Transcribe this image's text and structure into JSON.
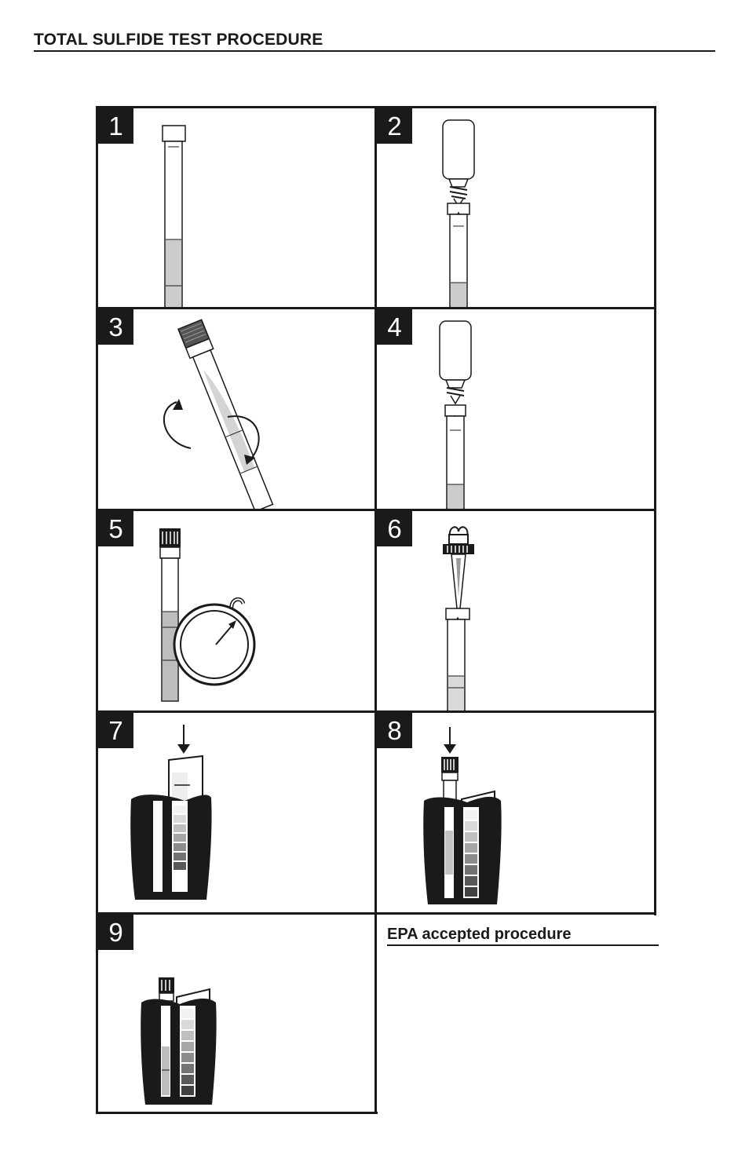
{
  "header": {
    "title": "TOTAL SULFIDE TEST PROCEDURE"
  },
  "steps": [
    {
      "number": "1",
      "illustration": "sample-tube-icon"
    },
    {
      "number": "2",
      "illustration": "reagent-bottle-dispensing-icon"
    },
    {
      "number": "3",
      "illustration": "capped-tube-inverting-icon"
    },
    {
      "number": "4",
      "illustration": "reagent-bottle-dispensing-icon"
    },
    {
      "number": "5",
      "illustration": "tube-with-timer-icon"
    },
    {
      "number": "6",
      "illustration": "dropper-dispensing-icon"
    },
    {
      "number": "7",
      "illustration": "comparator-insert-icon"
    },
    {
      "number": "8",
      "illustration": "tube-into-comparator-icon"
    },
    {
      "number": "9",
      "illustration": "comparator-reading-icon"
    }
  ],
  "note": {
    "text": "EPA accepted procedure"
  },
  "colors": {
    "ink": "#1a1a1a",
    "liquid": "#cccccc",
    "liquid_dark": "#b3b3b3"
  }
}
